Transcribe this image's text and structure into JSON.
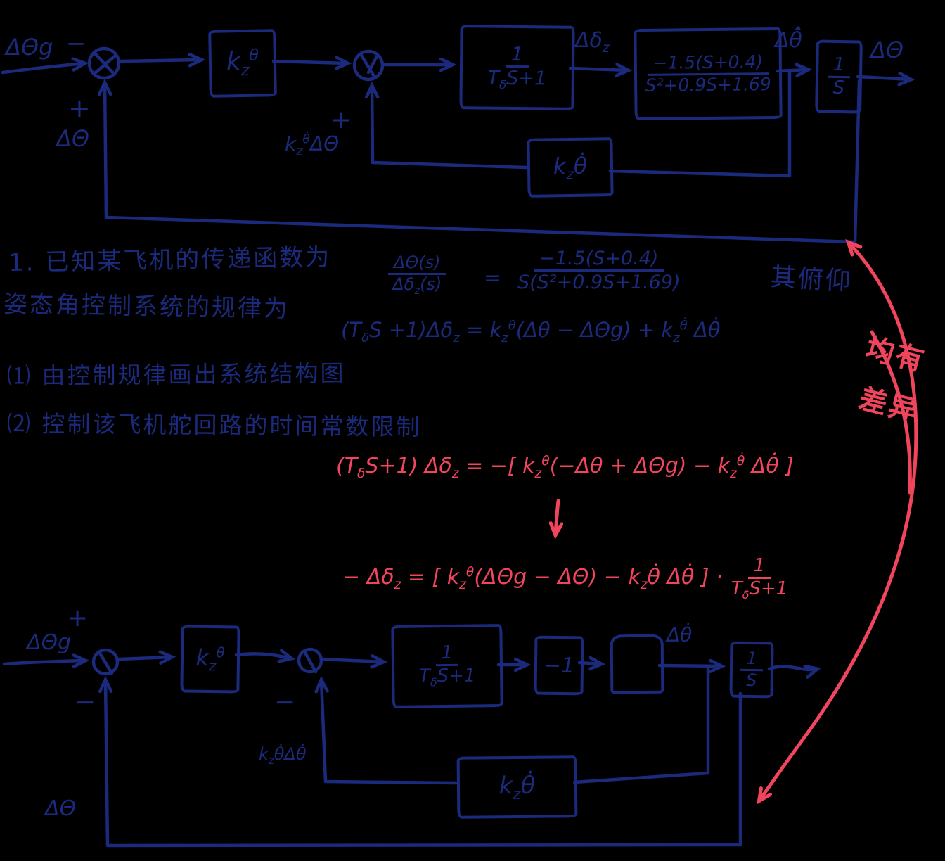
{
  "colors": {
    "ink": "#1b2a7c",
    "red": "#f0455c",
    "bg": "#000000"
  },
  "top_diagram": {
    "input_label": "ΔΘg",
    "input_sign": "−",
    "sum1_fb_sign": "+",
    "sum1_fb_label": "ΔΘ",
    "block_kz": "k<sub>z</sub><sup>θ</sup>",
    "sum2_fb_sign": "+",
    "sum2_fb_label": "k<sub>z</sub><sup>θ̇</sup>ΔΘ̇",
    "servo_num": "1",
    "servo_den": "T<sub>δ</sub>S+1",
    "signal_ddz": "Δδ<sub>z</sub>",
    "aircraft_num": "−1.5(S+0.4)",
    "aircraft_den": "S²+0.9S+1.69",
    "signal_dtheta_dot": "Δθ̂̇",
    "integrator_num": "1",
    "integrator_den": "S",
    "output_label": "ΔΘ",
    "rate_fb_block": "k<sub>z</sub>θ̇"
  },
  "problem": {
    "line1": "1. 已知某飞机的传递函数为",
    "tf_lhs_num": "ΔΘ(s)",
    "tf_lhs_den": "Δδ<sub>z</sub>(s)",
    "equals": "=",
    "tf_rhs_num": "−1.5(S+0.4)",
    "tf_rhs_den": "S(S²+0.9S+1.69)",
    "side_note": "其俯仰",
    "line2": "姿态角控制系统的规律为",
    "control_law": "(T<sub>δ</sub>S +1)Δδ<sub>z</sub> = k<sub>z</sub><sup>θ</sup>(Δθ − ΔΘg) + k<sub>z</sub><sup>θ̇</sup> Δθ̇",
    "item1": "⑴ 由控制规律画出系统结构图",
    "item2": "⑵ 控制该飞机舵回路的时间常数限制"
  },
  "red_derivation": {
    "eq1": "(T<sub>δ</sub>S+1) Δδ<sub>z</sub> = −[ k<sub>z</sub><sup>θ</sup>(−Δθ + ΔΘg) − k<sub>z</sub><sup>θ̇</sup> Δθ̇ ]",
    "eq2_main": "− Δδ<sub>z</sub> = [ k<sub>z</sub><sup>θ</sup>(ΔΘg − ΔΘ) − k<sub>z</sub>θ̇ Δθ̇ ] ·",
    "eq2_frac_num": "1",
    "eq2_frac_den": "T<sub>δ</sub>S+1",
    "note_line1": "均有",
    "note_line2": "差异"
  },
  "bottom_diagram": {
    "input_sign": "+",
    "input_label": "ΔΘg",
    "sum1_sign": "−",
    "block_kz": "k<sub>z</sub><sup>θ</sup>",
    "sum2_sign": "−",
    "sum2_fb_label": "k<sub>z</sub>θ̇Δθ̇",
    "servo_num": "1",
    "servo_den": "T<sub>δ</sub>S+1",
    "gain_block": "−1",
    "empty_block": "",
    "signal_dtheta_dot": "Δθ̇",
    "integrator_num": "1",
    "integrator_den": "S",
    "rate_fb_block": "k<sub>z</sub>θ̇",
    "outer_fb_label": "ΔΘ"
  }
}
